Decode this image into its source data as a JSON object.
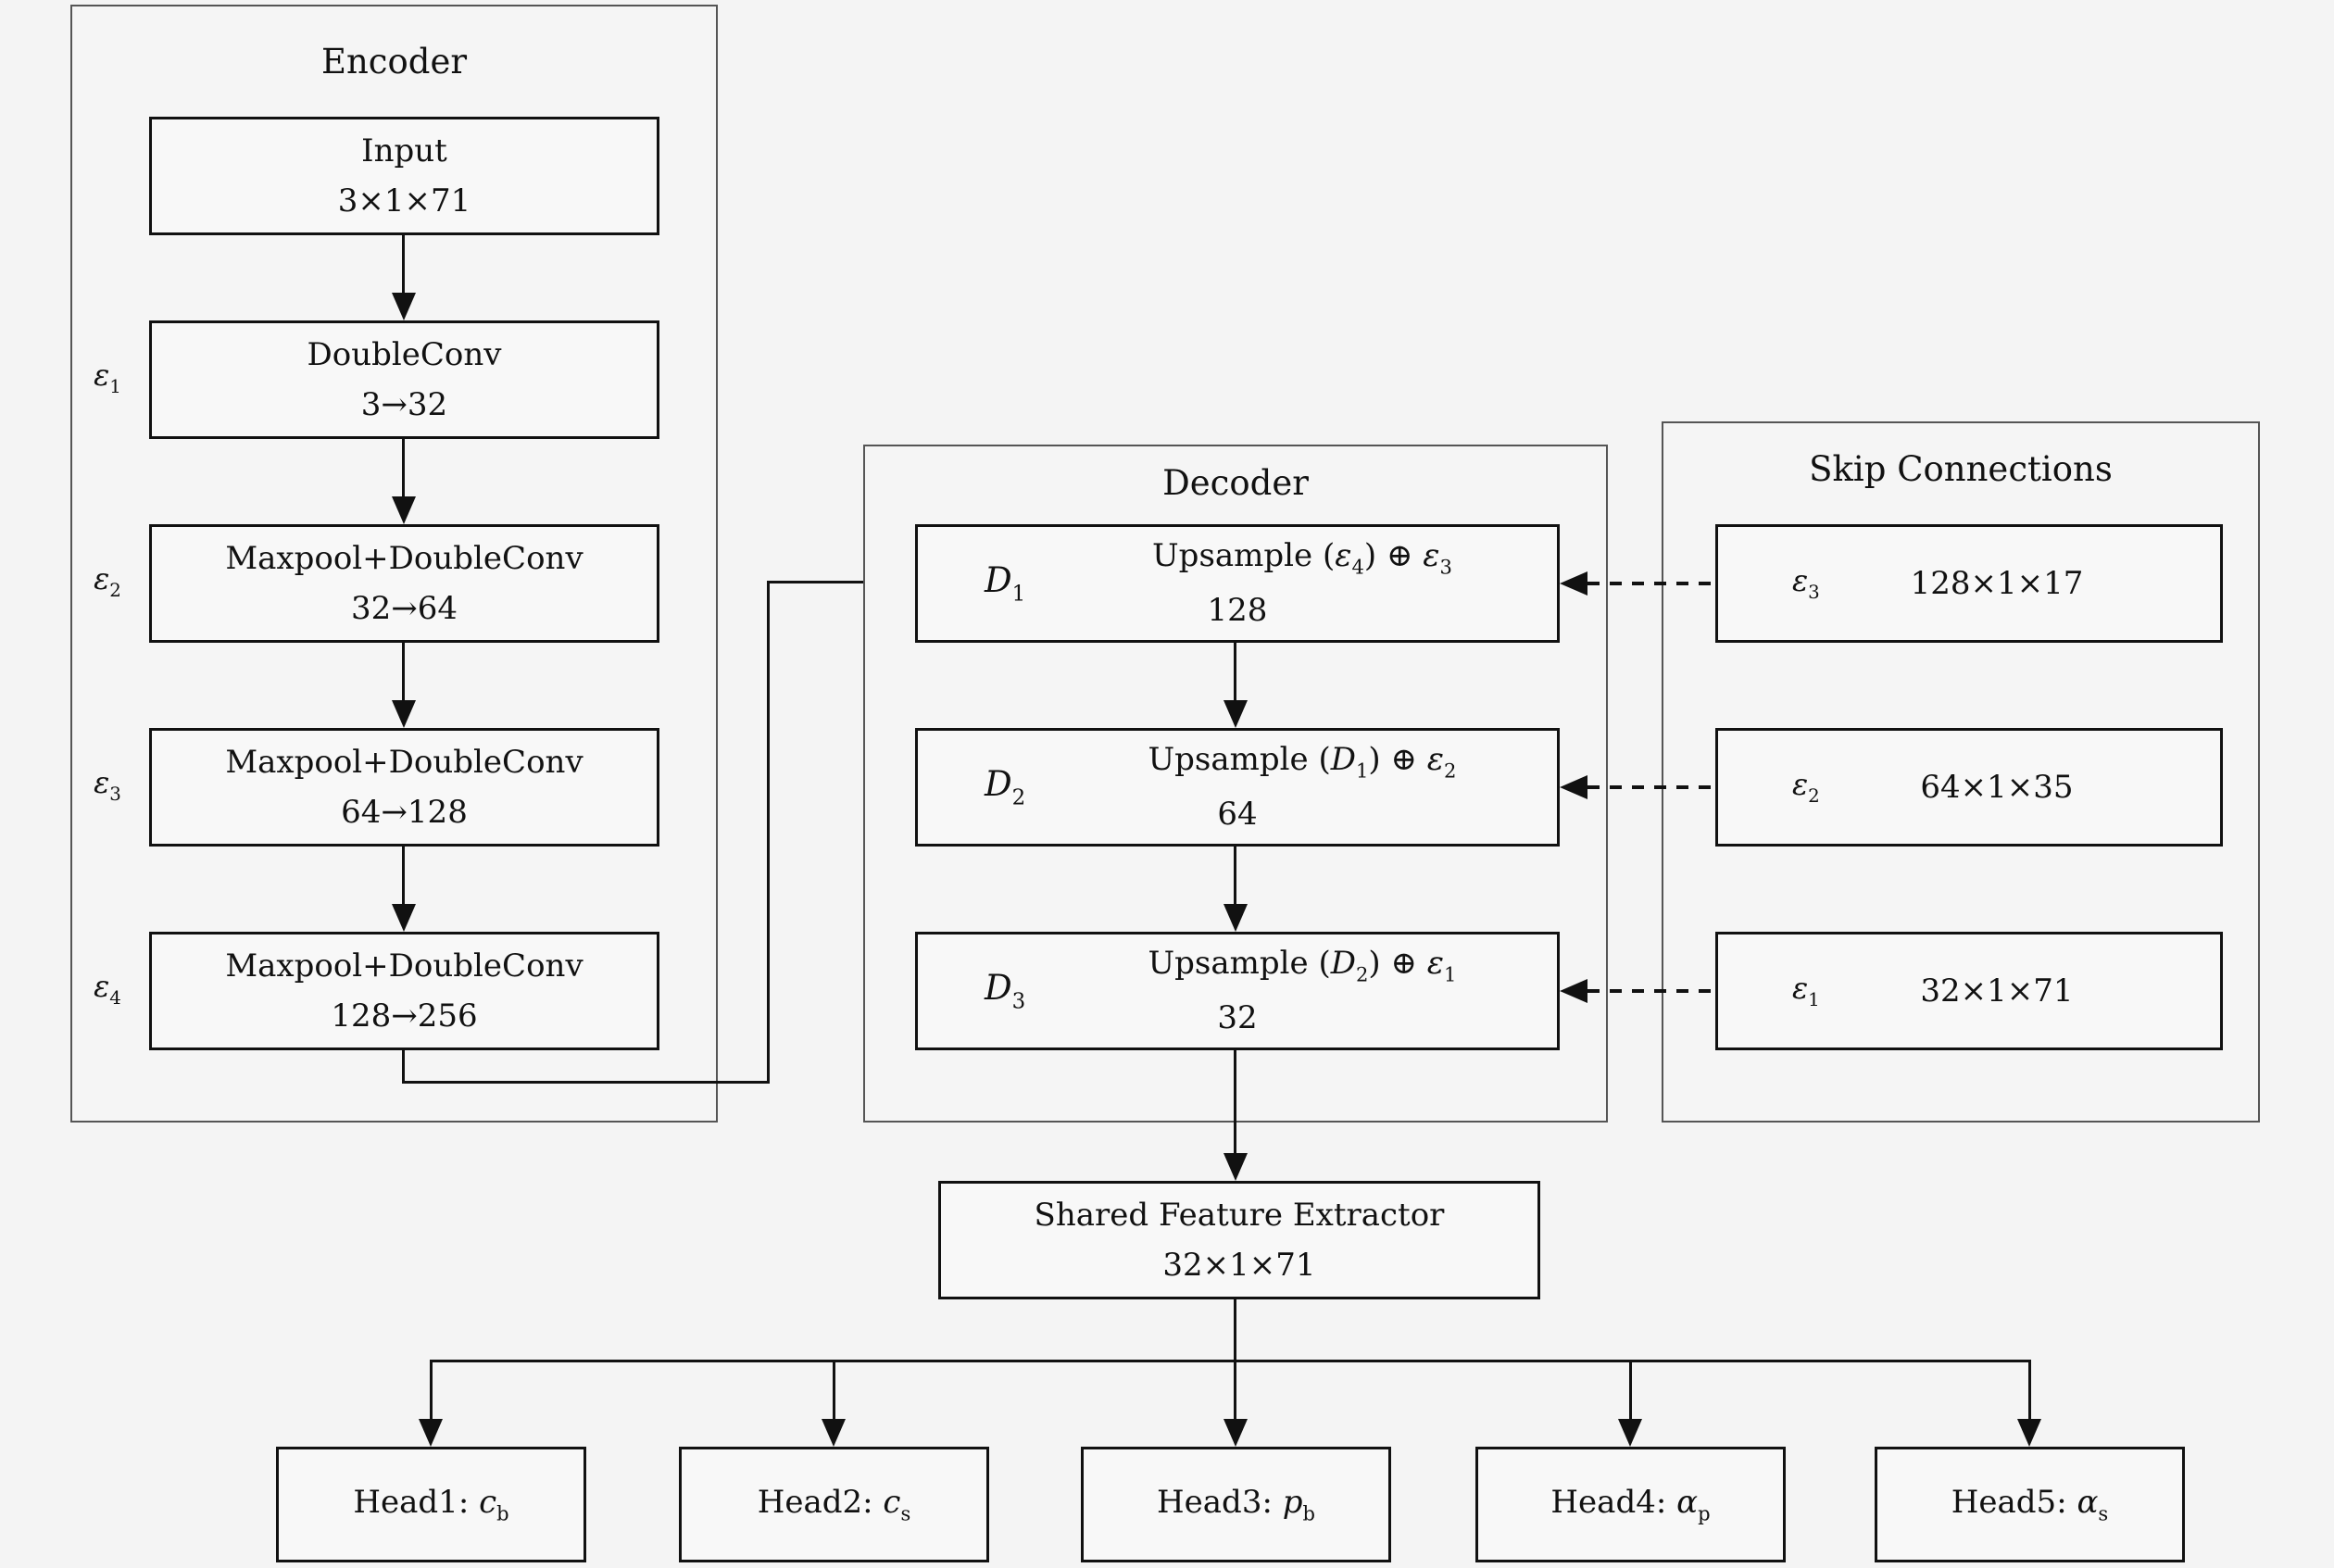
{
  "diagram": {
    "background_color": "#f4f4f4",
    "box_fill_color": "#f8f8f8",
    "box_border_color": "#111111",
    "group_border_color": "#555555"
  },
  "encoder": {
    "title": "Encoder",
    "input": {
      "name": "Input",
      "dims": "3×1×71"
    },
    "blocks": [
      {
        "tag": {
          "base": "ε",
          "sub": "1"
        },
        "op": "DoubleConv",
        "channels": "3→32"
      },
      {
        "tag": {
          "base": "ε",
          "sub": "2"
        },
        "op": "Maxpool+DoubleConv",
        "channels": "32→64"
      },
      {
        "tag": {
          "base": "ε",
          "sub": "3"
        },
        "op": "Maxpool+DoubleConv",
        "channels": "64→128"
      },
      {
        "tag": {
          "base": "ε",
          "sub": "4"
        },
        "op": "Maxpool+DoubleConv",
        "channels": "128→256"
      }
    ]
  },
  "decoder": {
    "title": "Decoder",
    "blocks": [
      {
        "tag": {
          "base": "D",
          "sub": "1"
        },
        "op": {
          "pre": "Upsample (",
          "a": "ε",
          "a_sub": "4",
          "mid": ") ⊕ ",
          "b": "ε",
          "b_sub": "3"
        },
        "channels": "128"
      },
      {
        "tag": {
          "base": "D",
          "sub": "2"
        },
        "op": {
          "pre": "Upsample (",
          "a": "D",
          "a_sub": "1",
          "mid": ") ⊕ ",
          "b": "ε",
          "b_sub": "2"
        },
        "channels": "64"
      },
      {
        "tag": {
          "base": "D",
          "sub": "3"
        },
        "op": {
          "pre": "Upsample (",
          "a": "D",
          "a_sub": "2",
          "mid": ") ⊕ ",
          "b": "ε",
          "b_sub": "1"
        },
        "channels": "32"
      }
    ]
  },
  "skip": {
    "title": "Skip Connections",
    "blocks": [
      {
        "tag": {
          "base": "ε",
          "sub": "3"
        },
        "dims": "128×1×17"
      },
      {
        "tag": {
          "base": "ε",
          "sub": "2"
        },
        "dims": "64×1×35"
      },
      {
        "tag": {
          "base": "ε",
          "sub": "1"
        },
        "dims": "32×1×71"
      }
    ]
  },
  "shared": {
    "title": "Shared Feature Extractor",
    "dims": "32×1×71"
  },
  "heads": [
    {
      "label": "Head1: ",
      "var": "c",
      "sub": "b"
    },
    {
      "label": "Head2: ",
      "var": "c",
      "sub": "s"
    },
    {
      "label": "Head3: ",
      "var": "p",
      "sub": "b"
    },
    {
      "label": "Head4: ",
      "var": "α",
      "sub": "p"
    },
    {
      "label": "Head5: ",
      "var": "α",
      "sub": "s"
    }
  ]
}
